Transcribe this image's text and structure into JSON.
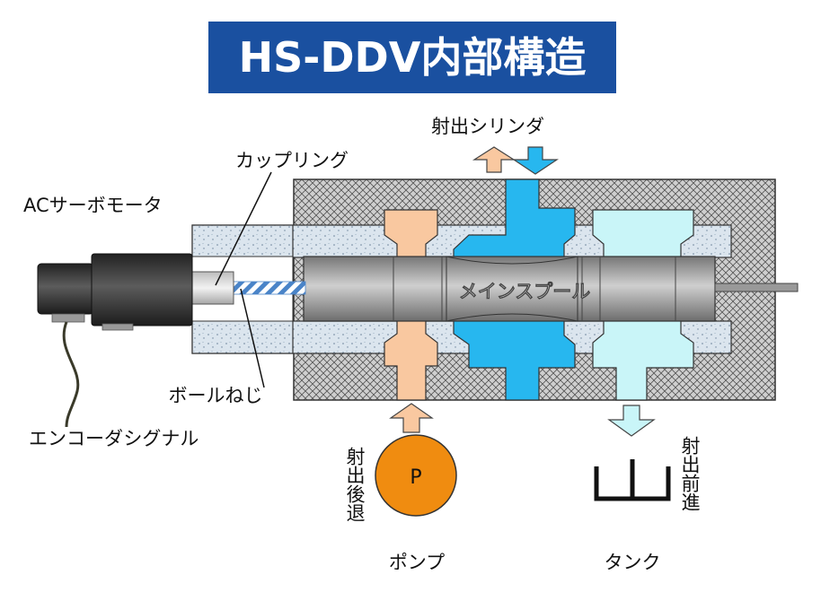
{
  "title": "HS-DDV内部構造",
  "labels": {
    "cylinder": "射出シリンダ",
    "coupling": "カップリング",
    "motor": "ACサーボモータ",
    "spool": "メインスプール",
    "ballscrew": "ボールねじ",
    "encoder": "エンコーダシグナル",
    "pump_symbol": "P",
    "retreat": "射出後退",
    "advance": "射出前進",
    "pump": "ポンプ",
    "tank": "タンク"
  },
  "colors": {
    "title_bg": "#1a50a0",
    "pressure_port": "#f9c8a0",
    "cylinder_port": "#27b7ef",
    "tank_port": "#c9f5f8",
    "pump": "#f08c10",
    "motor": "#333333",
    "speckle": "#d9e3ec",
    "crosshatch": "#c9c9c9"
  }
}
